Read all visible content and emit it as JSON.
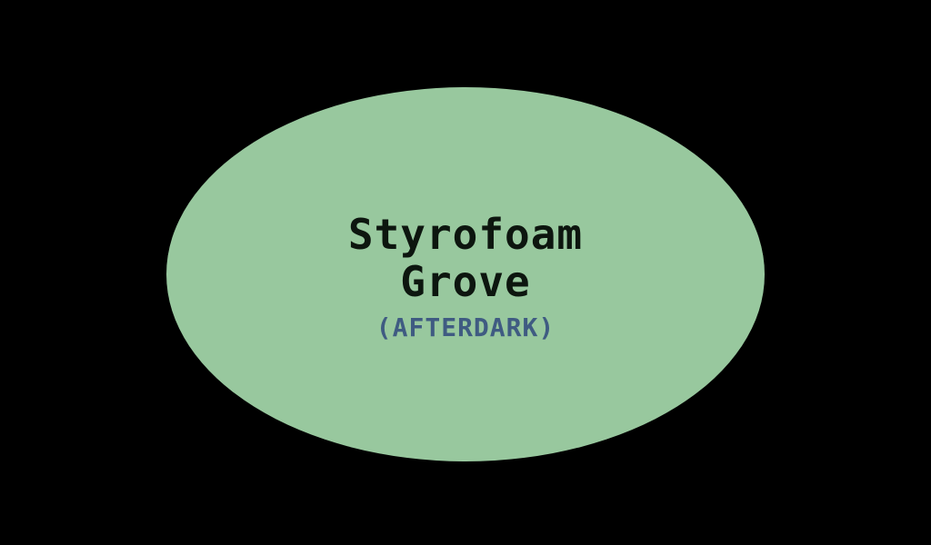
{
  "screen": {
    "title_line1": "Styrofoam",
    "title_line2": "Grove",
    "subtitle": "(AFTERDARK)"
  },
  "colors": {
    "background": "#000000",
    "oval": "#98c89e",
    "title": "#0d160f",
    "subtitle": "#3f5b82"
  }
}
